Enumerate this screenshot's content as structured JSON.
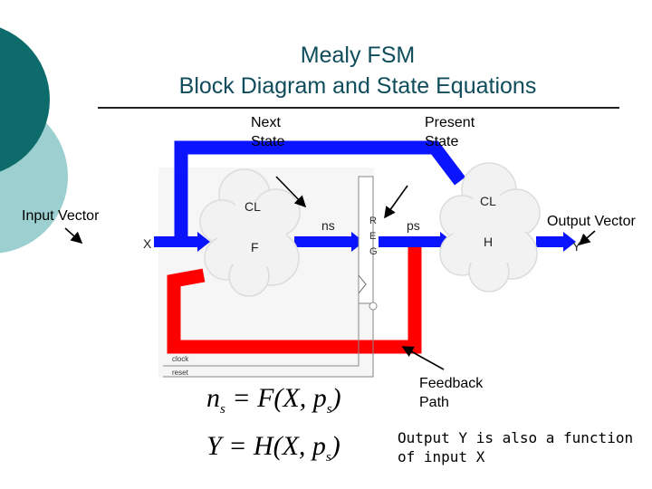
{
  "slide": {
    "title_line1": "Mealy FSM",
    "title_line2": "Block Diagram and State Equations"
  },
  "diagram": {
    "labels": {
      "next_state": "Next\nState",
      "present_state": "Present\nState",
      "input_vector": "Input Vector",
      "output_vector": "Output Vector",
      "feedback_path": "Feedback\nPath",
      "output_note": "Output Y is also a function\nof input X"
    },
    "blocks": {
      "cl_left": "CL",
      "f": "F",
      "cl_right": "CL",
      "h": "H",
      "reg_r": "R",
      "reg_e": "E",
      "reg_g": "G"
    },
    "signals": {
      "x": "X",
      "y": "Y",
      "ns": "ns",
      "ps": "ps",
      "clock": "clock",
      "reset": "reset"
    }
  },
  "equations": {
    "eq1_lhs": "n",
    "eq1_lhs_sub": "s",
    "eq1_rhs": " = F(X, p",
    "eq1_sub": "s",
    "eq1_end": ")",
    "eq2_lhs": "Y",
    "eq2_rhs": " = H(X, p",
    "eq2_sub": "s",
    "eq2_end": ")"
  },
  "colors": {
    "title": "#0f4c5c",
    "teal_dark": "#0e6b6b",
    "teal_light": "#9ccfcf",
    "blue_path": "#0a14ff",
    "red_path": "#ff0000"
  }
}
